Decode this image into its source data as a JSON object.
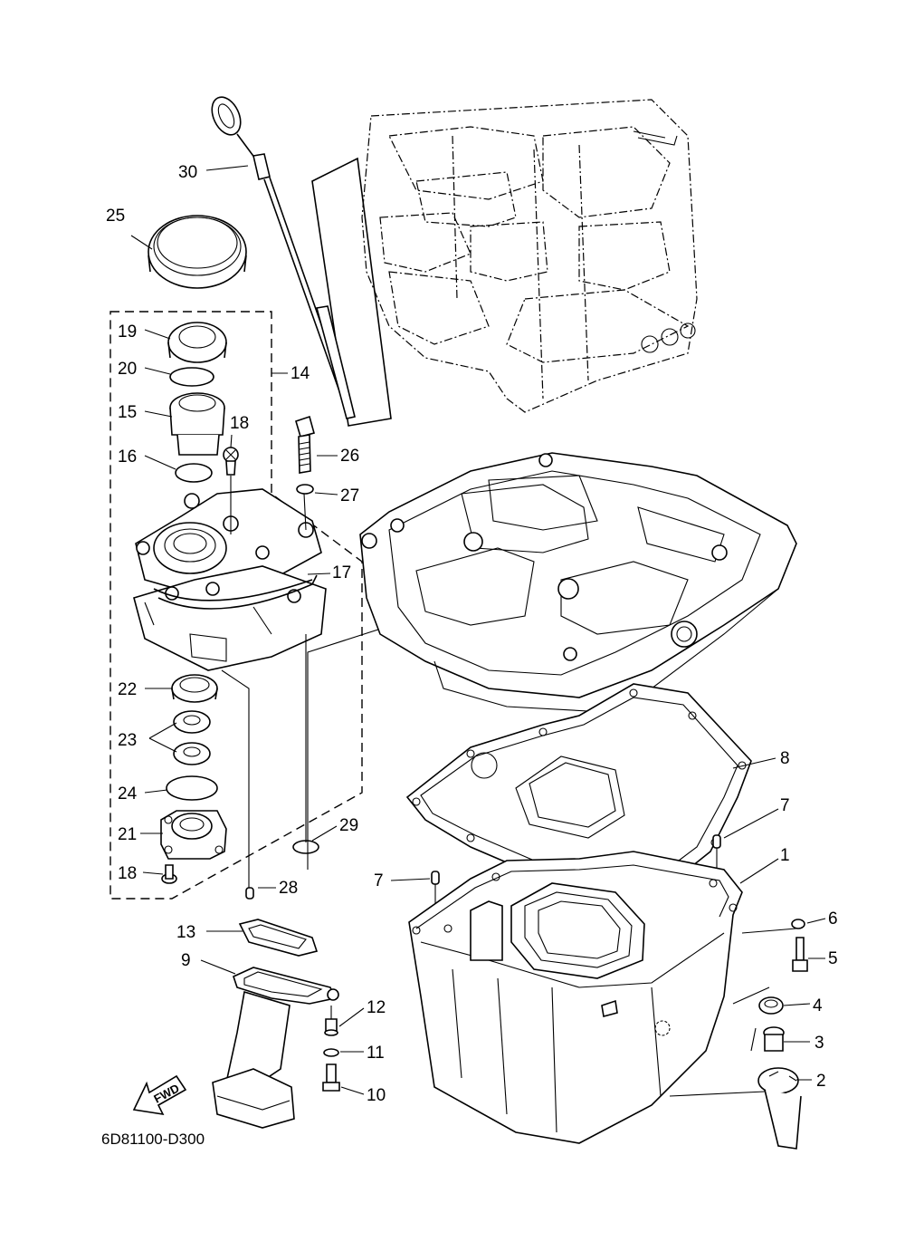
{
  "diagram": {
    "drawing_code": "6D81100-D300",
    "direction_marker": "FWD",
    "callouts": {
      "c1": "1",
      "c2": "2",
      "c3": "3",
      "c4": "4",
      "c5": "5",
      "c6": "6",
      "c7a": "7",
      "c7b": "7",
      "c8": "8",
      "c9": "9",
      "c10": "10",
      "c11": "11",
      "c12": "12",
      "c13": "13",
      "c14": "14",
      "c15": "15",
      "c16": "16",
      "c17": "17",
      "c18a": "18",
      "c18b": "18",
      "c19": "19",
      "c20": "20",
      "c21": "21",
      "c22": "22",
      "c23": "23",
      "c24": "24",
      "c25": "25",
      "c26": "26",
      "c27": "27",
      "c28": "28",
      "c29": "29",
      "c30": "30"
    }
  }
}
